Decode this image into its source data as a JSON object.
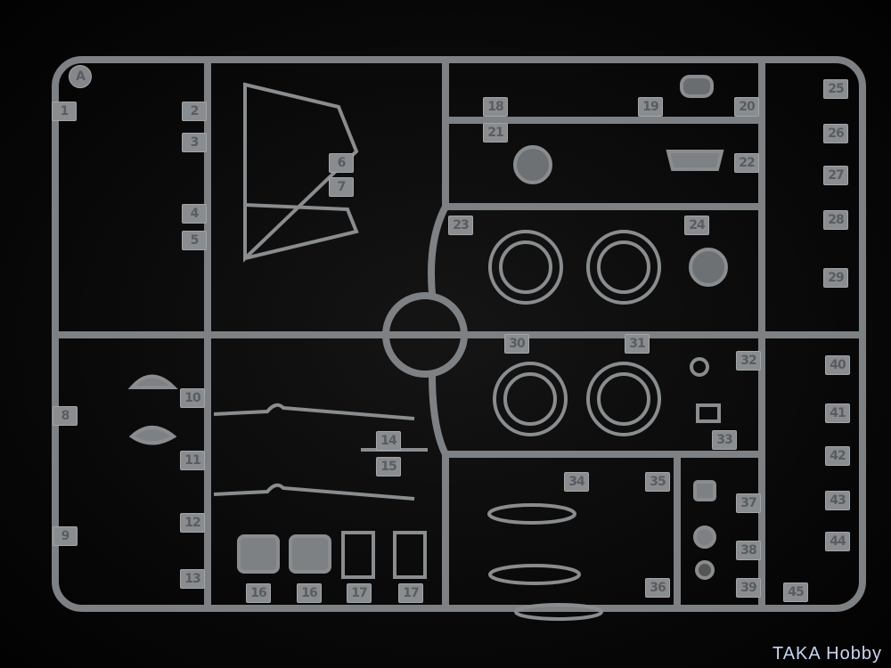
{
  "sprue": {
    "letter": "A",
    "part_numbers": [
      "1",
      "2",
      "3",
      "4",
      "5",
      "6",
      "7",
      "8",
      "9",
      "10",
      "11",
      "12",
      "13",
      "14",
      "15",
      "16",
      "16",
      "17",
      "17",
      "18",
      "19",
      "20",
      "21",
      "22",
      "23",
      "24",
      "25",
      "26",
      "27",
      "28",
      "29",
      "30",
      "31",
      "32",
      "33",
      "34",
      "35",
      "36",
      "37",
      "38",
      "39",
      "40",
      "41",
      "42",
      "43",
      "44",
      "45"
    ]
  },
  "watermark": "TAKA Hobby",
  "colors": {
    "plastic": "#7e8183",
    "background": "#0a0a0a"
  }
}
